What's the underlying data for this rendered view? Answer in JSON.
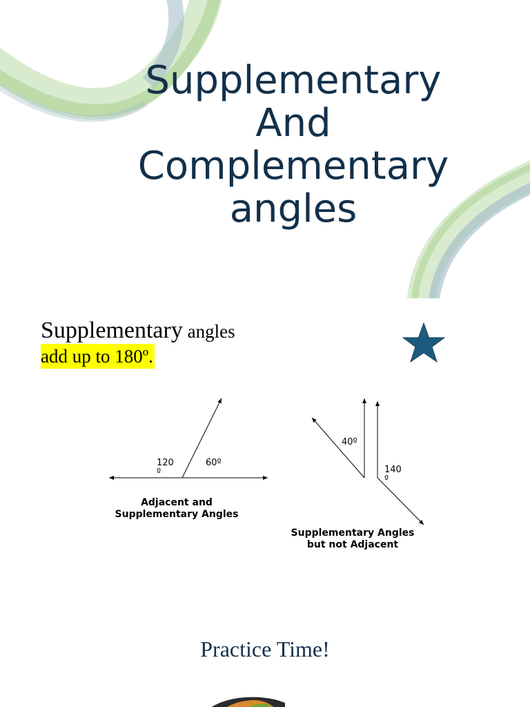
{
  "slide1": {
    "title_lines": [
      "Supplementary",
      "And",
      "Complementary",
      "angles"
    ]
  },
  "slide2": {
    "heading_word": "Supplementary",
    "heading_rest": " angles",
    "highlight": "add up to 180º.",
    "figure1": {
      "angle_a_line1": "120",
      "angle_a_line2": "º",
      "angle_b": "60º",
      "caption_line1": "Adjacent and",
      "caption_line2": "Supplementary Angles"
    },
    "figure2": {
      "angle_a": "40º",
      "angle_b_line1": "140",
      "angle_b_line2": "º",
      "caption_line1": "Supplementary Angles",
      "caption_line2": "but not Adjacent"
    },
    "practice": "Practice Time!"
  },
  "colors": {
    "title": "#13304a",
    "star": "#1d5a7e",
    "highlight": "#ffff00",
    "ribbon_green": "#a8d08d",
    "ribbon_blue": "#9fb9c9"
  },
  "icons": {
    "star": "star-icon",
    "ribbon": "ribbon-decoration"
  }
}
